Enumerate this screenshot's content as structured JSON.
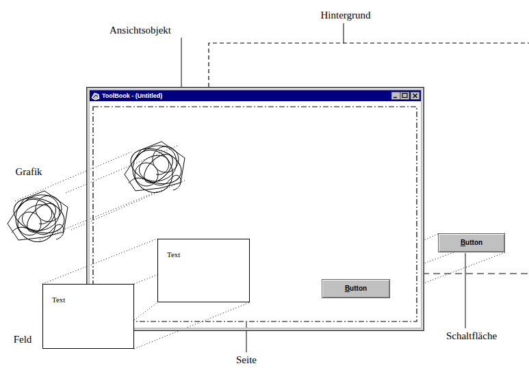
{
  "diagram": {
    "nodes": [
      {
        "text": [
          "ToolBook - (Untitled)"
        ]
      },
      {
        "text": [
          "Text"
        ],
        "in": 0
      },
      {
        "text": [
          "Button"
        ],
        "in": 0
      },
      {
        "text": [
          "Text"
        ]
      },
      {
        "text": [
          "Button"
        ]
      }
    ],
    "labels": [
      "Hintergrund",
      "Ansichtsobjekt",
      "Grafik",
      "Schaltfläche",
      "Feld",
      "Seite"
    ]
  }
}
